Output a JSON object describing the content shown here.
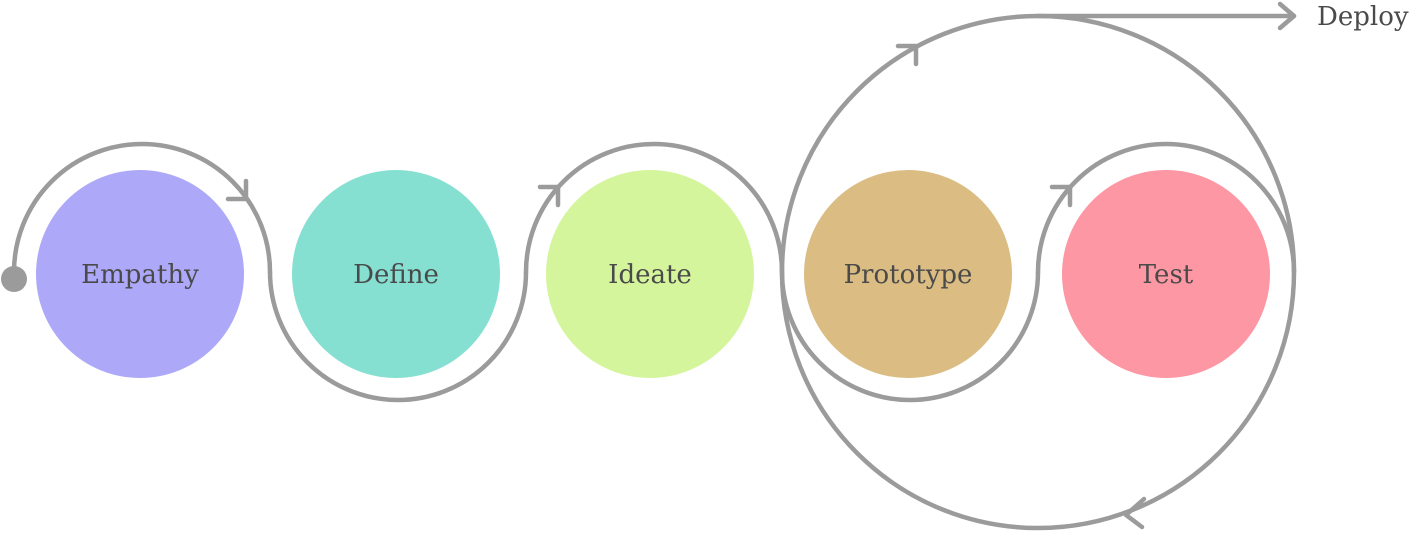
{
  "stages": [
    {
      "label": "Empathy",
      "color": "#ada8f8"
    },
    {
      "label": "Define",
      "color": "#85e0d2"
    },
    {
      "label": "Ideate",
      "color": "#d4f59c"
    },
    {
      "label": "Prototype",
      "color": "#dbbd84"
    },
    {
      "label": "Test",
      "color": "#fe97a4"
    }
  ],
  "deploy": {
    "label": "Deploy"
  },
  "line_color": "#9b9b9b"
}
